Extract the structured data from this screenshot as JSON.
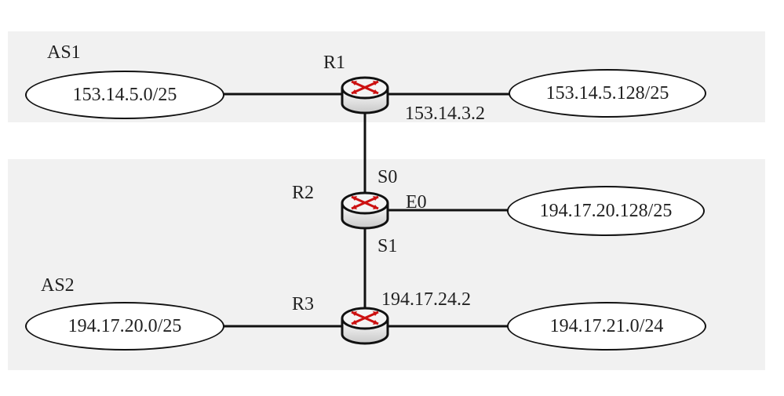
{
  "diagram": {
    "autonomous_systems": [
      {
        "id": "as1",
        "label": "AS1"
      },
      {
        "id": "as2",
        "label": "AS2"
      }
    ],
    "routers": [
      {
        "id": "r1",
        "label": "R1"
      },
      {
        "id": "r2",
        "label": "R2"
      },
      {
        "id": "r3",
        "label": "R3"
      }
    ],
    "networks": [
      {
        "id": "net-153-14-5-0",
        "label": "153.14.5.0/25"
      },
      {
        "id": "net-153-14-5-128",
        "label": "153.14.5.128/25"
      },
      {
        "id": "net-194-17-20-128",
        "label": "194.17.20.128/25"
      },
      {
        "id": "net-194-17-20-0",
        "label": "194.17.20.0/25"
      },
      {
        "id": "net-194-17-21-0",
        "label": "194.17.21.0/24"
      }
    ],
    "interface_labels": {
      "r1_addr": "153.14.3.2",
      "r2_s0": "S0",
      "r2_e0": "E0",
      "r2_s1": "S1",
      "r3_addr": "194.17.24.2"
    },
    "links": [
      {
        "from": "net-153-14-5-0",
        "to": "r1"
      },
      {
        "from": "r1",
        "to": "net-153-14-5-128"
      },
      {
        "from": "r1",
        "to": "r2"
      },
      {
        "from": "r2",
        "to": "net-194-17-20-128"
      },
      {
        "from": "r2",
        "to": "r3"
      },
      {
        "from": "net-194-17-20-0",
        "to": "r3"
      },
      {
        "from": "r3",
        "to": "net-194-17-21-0"
      }
    ],
    "colors": {
      "panel": "#f1f1f1",
      "line": "#111111",
      "router_arrows": "#cc1111"
    }
  }
}
